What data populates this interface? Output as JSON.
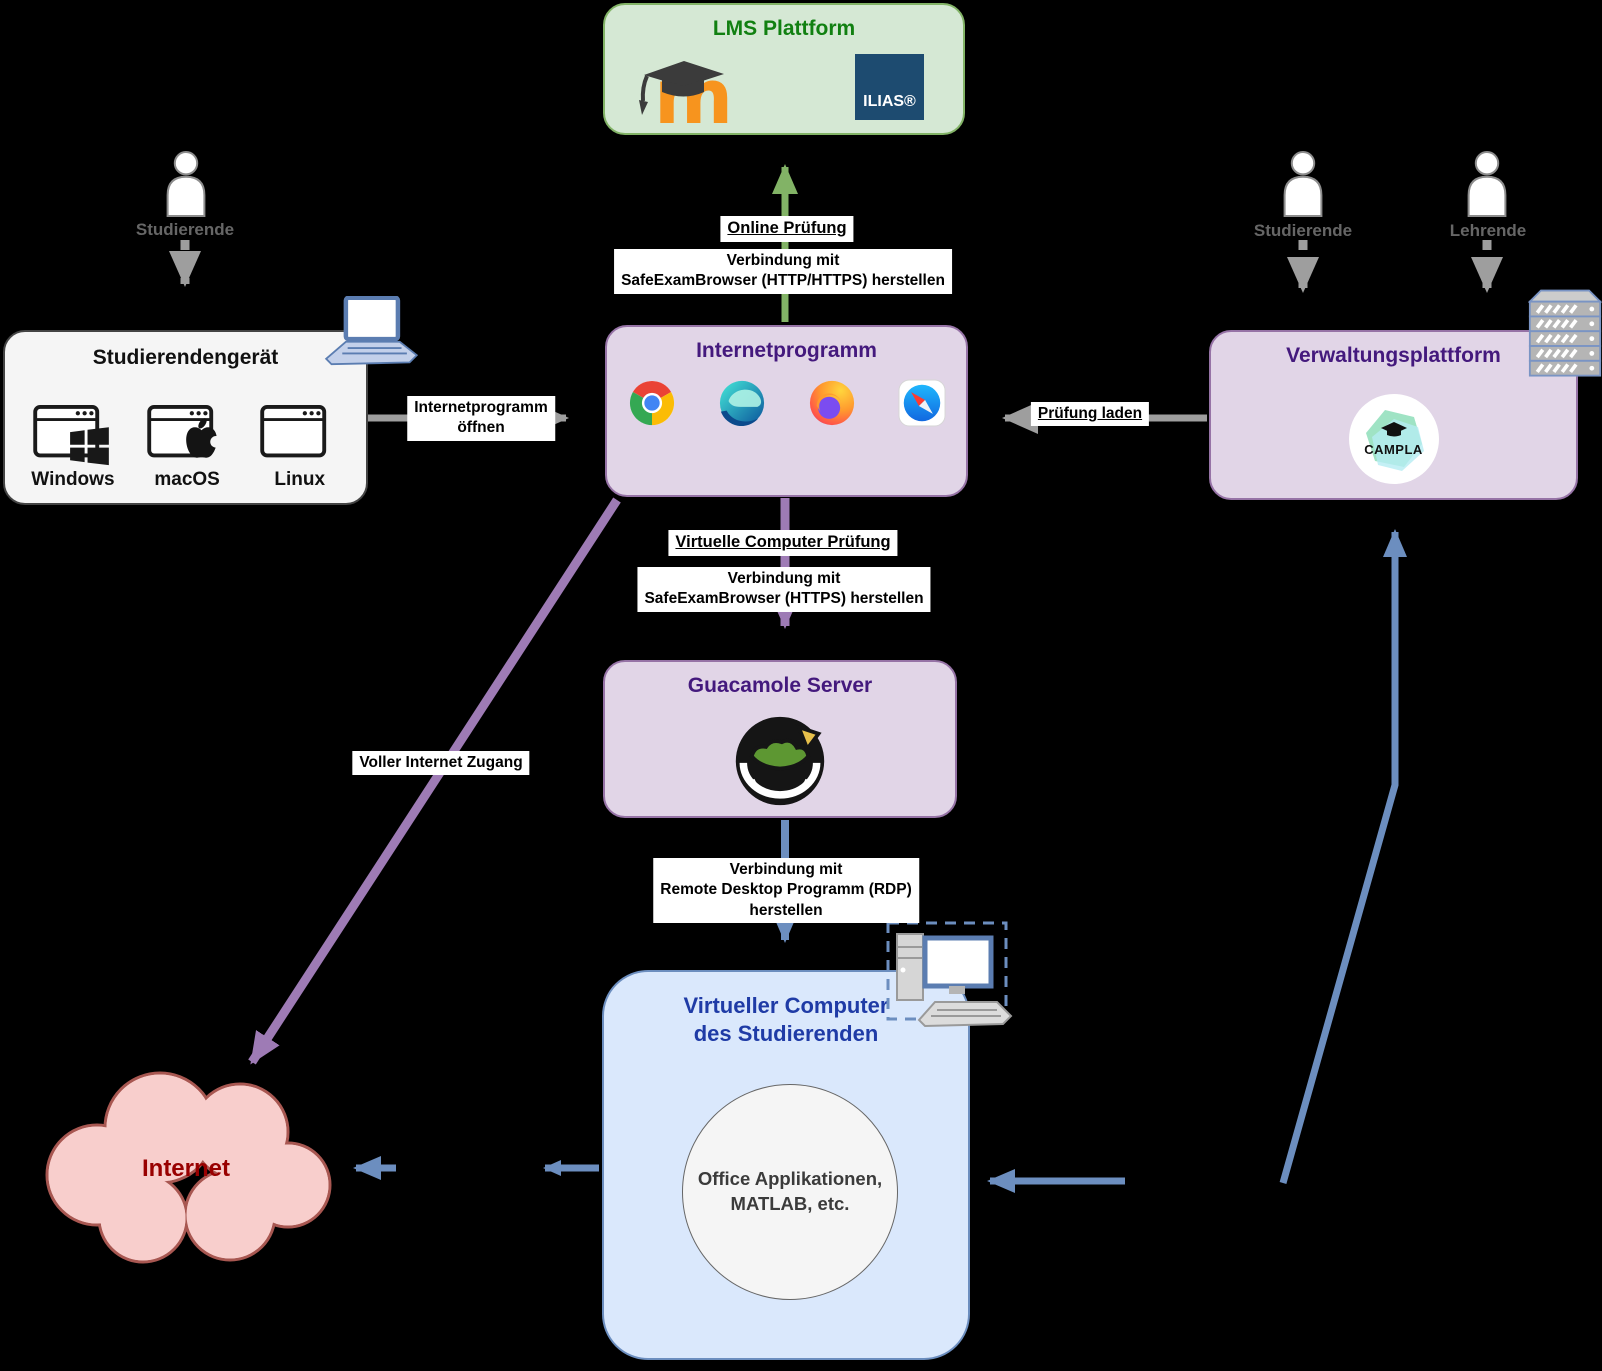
{
  "diagram": {
    "nodes": {
      "lms": {
        "title": "LMS Plattform",
        "ilias_label": "ILIAS®"
      },
      "studierendengeraet": {
        "title": "Studierendengerät",
        "os": [
          "Windows",
          "macOS",
          "Linux"
        ]
      },
      "internetprogramm": {
        "title": "Internetprogramm"
      },
      "verwaltungsplattform": {
        "title": "Verwaltungsplattform",
        "logo_label": "CAMPLA"
      },
      "guacamole": {
        "title": "Guacamole Server"
      },
      "virtueller_computer": {
        "title_line1": "Virtueller Computer",
        "title_line2": "des Studierenden",
        "apps_line1": "Office Applikationen,",
        "apps_line2": "MATLAB, etc."
      },
      "internet": {
        "title": "Internet"
      }
    },
    "actors": {
      "left_studierende": "Studierende",
      "right_studierende": "Studierende",
      "right_lehrende": "Lehrende"
    },
    "edges": {
      "online_pruefung": {
        "title": "Online Prüfung",
        "line1": "Verbindung mit",
        "line2": "SafeExamBrowser (HTTP/HTTPS) herstellen"
      },
      "internetprogramm_oeffnen": {
        "line1": "Internetprogramm",
        "line2": "öffnen"
      },
      "pruefung_laden": {
        "title": "Prüfung laden"
      },
      "virtuelle_computer_pruefung": {
        "title": "Virtuelle Computer Prüfung",
        "line1": "Verbindung mit",
        "line2": "SafeExamBrowser (HTTPS) herstellen"
      },
      "rdp": {
        "line1": "Verbindung mit",
        "line2": "Remote Desktop Programm (RDP)",
        "line3": "herstellen"
      },
      "voller_internet_zugang": {
        "title": "Voller Internet Zugang"
      }
    },
    "palette": {
      "green_fill": "#d5e8d4",
      "green_stroke": "#82b366",
      "green_text": "#118011",
      "purple_fill": "#e1d5e7",
      "purple_stroke": "#9673a6",
      "purple_text": "#44197d",
      "blue_fill": "#dae8fc",
      "blue_stroke": "#6c8ebf",
      "blue_text": "#1f3ba6",
      "gray_fill": "#f5f5f5",
      "cloud_fill": "#f8cecc",
      "cloud_stroke": "#a85751",
      "cloud_text": "#990000",
      "arrow_gray": "#9e9e9e",
      "arrow_green": "#82b366",
      "arrow_purple": "#9e7bb5",
      "arrow_blue": "#6c8ebf"
    }
  }
}
